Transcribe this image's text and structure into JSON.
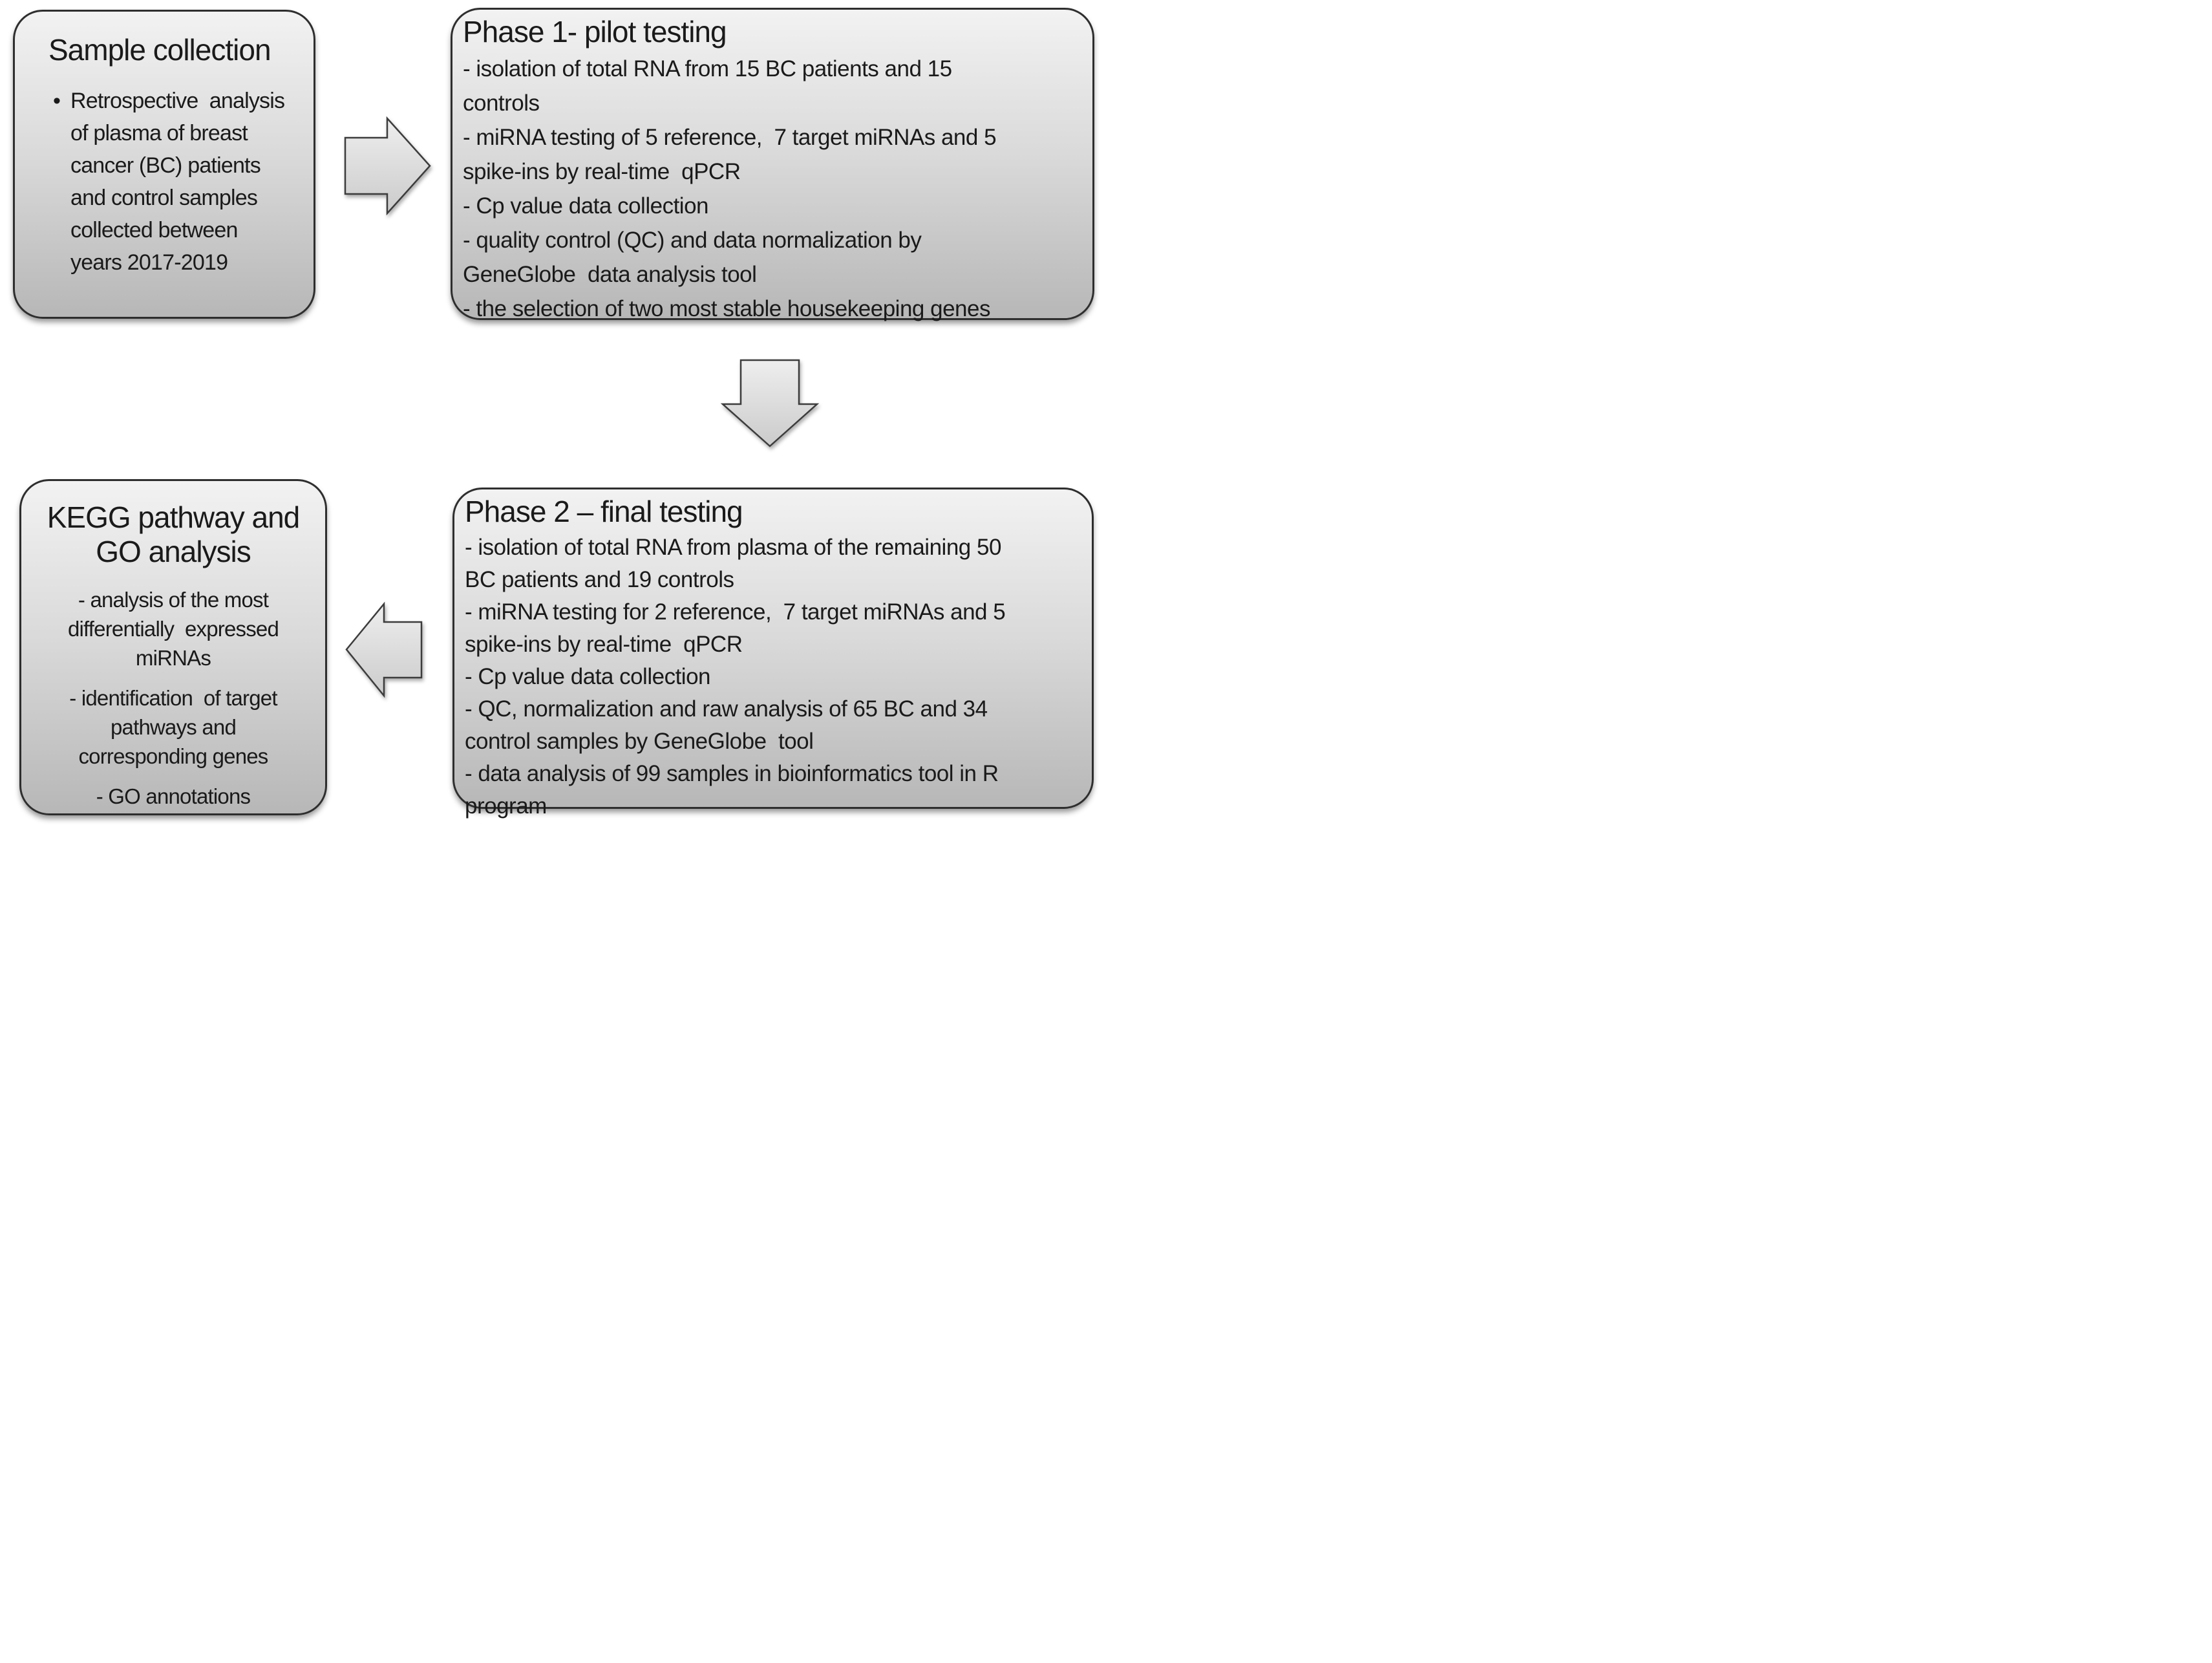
{
  "diagram": {
    "background": "#ffffff",
    "node_gradient_top": "#f2f2f2",
    "node_gradient_bottom": "#b7b7b7",
    "node_border_color": "#2e2e2e",
    "text_color": "#1a1a1a"
  },
  "boxes": {
    "sample_collection": {
      "title": "Sample collection",
      "bullet_glyph": "•",
      "bullet_lines": [
        "Retrospective  analysis",
        "of plasma of breast",
        "cancer (BC) patients",
        "and control samples",
        "collected between",
        "years 2017-2019"
      ]
    },
    "phase1": {
      "title": "Phase 1- pilot testing",
      "lines": [
        "- isolation of total RNA from 15 BC patients and 15",
        "controls",
        "- miRNA testing of 5 reference,  7 target miRNAs and 5",
        "spike-ins by real-time  qPCR",
        "- Cp value data collection",
        "- quality control (QC) and data normalization by",
        "GeneGlobe  data analysis tool",
        "- the selection of two most stable housekeeping genes"
      ]
    },
    "phase2": {
      "title": "Phase 2 – final testing",
      "lines": [
        "- isolation of total RNA from plasma of the remaining 50",
        "BC patients and 19 controls",
        "- miRNA testing for 2 reference,  7 target miRNAs and 5",
        "spike-ins by real-time  qPCR",
        "- Cp value data collection",
        "- QC, normalization and raw analysis of 65 BC and 34",
        "control samples by GeneGlobe  tool",
        "- data analysis of 99 samples in bioinformatics tool in R",
        "program"
      ]
    },
    "kegg": {
      "title_lines": [
        "KEGG pathway and",
        "GO analysis"
      ],
      "paragraphs": [
        [
          "- analysis of the most",
          "differentially  expressed",
          "miRNAs"
        ],
        [
          "- identification  of target",
          "pathways and",
          "corresponding genes"
        ],
        [
          "- GO annotations"
        ]
      ]
    }
  },
  "arrows": {
    "fill_top": "#eeeeee",
    "fill_bottom": "#cbcbcb",
    "border": "#3c3c3c",
    "right": "flow right arrow",
    "down": "flow down arrow",
    "left": "flow left arrow"
  }
}
